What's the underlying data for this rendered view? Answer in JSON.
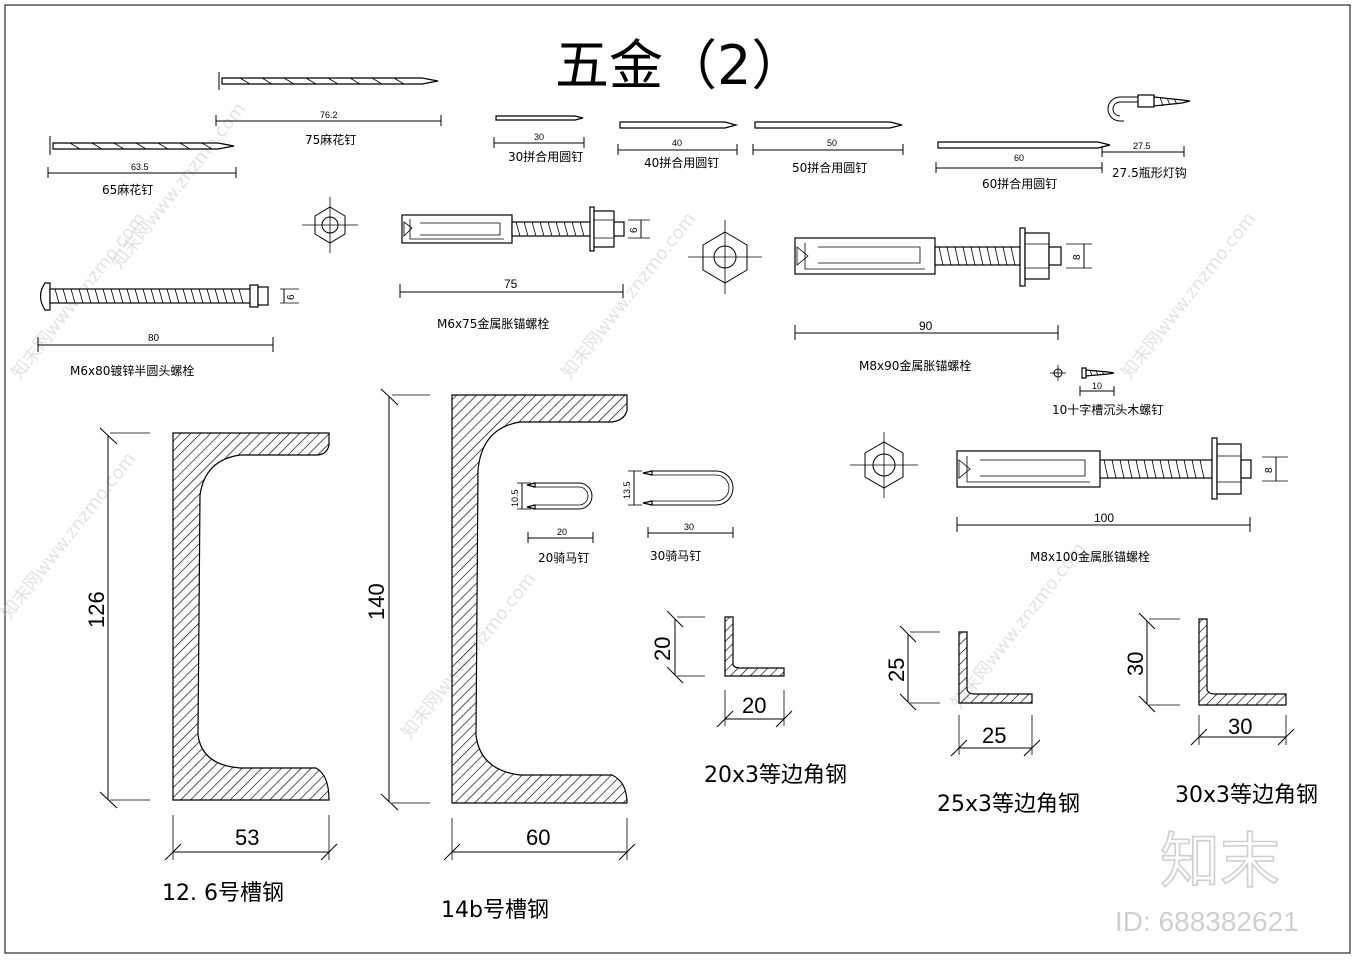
{
  "title": "五金（2）",
  "watermark_text": "知末网www.znzmo.com",
  "logo_text": "知末",
  "id_label": "ID: 688382621",
  "nails": {
    "twist_75": {
      "dim": "76.2",
      "caption": "75麻花钉"
    },
    "twist_65": {
      "dim": "63.5",
      "caption": "65麻花钉"
    },
    "round_30": {
      "dim": "30",
      "caption": "30拼合用圆钉"
    },
    "round_40": {
      "dim": "40",
      "caption": "40拼合用圆钉"
    },
    "round_50": {
      "dim": "50",
      "caption": "50拼合用圆钉"
    },
    "round_60": {
      "dim": "60",
      "caption": "60拼合用圆钉"
    },
    "hook": {
      "dim": "27.5",
      "caption": "27.5瓶形灯钩"
    }
  },
  "bolts": {
    "roundhead_m6x80": {
      "length": "80",
      "dia": "6",
      "caption": "M6x80镀锌半圆头螺栓"
    },
    "anchor_m6x75": {
      "length": "75",
      "dia": "6",
      "caption": "M6x75金属胀锚螺栓"
    },
    "anchor_m8x90": {
      "length": "90",
      "dia": "8",
      "caption": "M8x90金属胀锚螺栓"
    },
    "wood_screw": {
      "length": "10",
      "caption": "10十字槽沉头木螺钉"
    },
    "anchor_m8x100": {
      "length": "100",
      "dia": "8",
      "caption": "M8x100金属胀锚螺栓"
    }
  },
  "staples": {
    "s20": {
      "height": "10.5",
      "width": "20",
      "caption": "20骑马钉"
    },
    "s30": {
      "height": "13.5",
      "width": "30",
      "caption": "30骑马钉"
    }
  },
  "channels": {
    "c126": {
      "height": "126",
      "width": "53",
      "caption": "12. 6号槽钢"
    },
    "c14b": {
      "height": "140",
      "width": "60",
      "caption": "14b号槽钢"
    }
  },
  "angles": {
    "a20": {
      "height": "20",
      "width": "20",
      "caption": "20x3等边角钢"
    },
    "a25": {
      "height": "25",
      "width": "25",
      "caption": "25x3等边角钢"
    },
    "a30": {
      "height": "30",
      "width": "30",
      "caption": "30x3等边角钢"
    }
  },
  "colors": {
    "line": "#000000",
    "watermark": "#c8c8c8",
    "background": "#ffffff"
  }
}
